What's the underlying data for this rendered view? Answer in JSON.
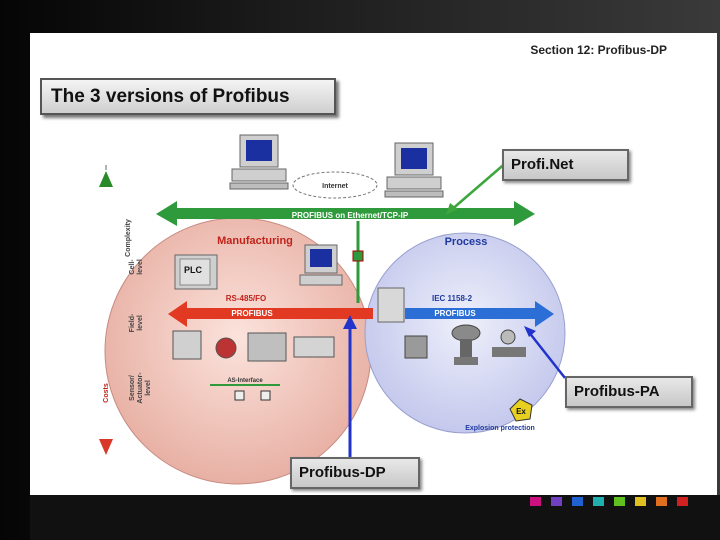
{
  "section_title": "Section 12: Profibus-DP",
  "slide_title": "The 3 versions of Profibus",
  "callouts": {
    "profinet": "Profi.Net",
    "profibus_pa": "Profibus-PA",
    "profibus_dp": "Profibus-DP"
  },
  "diagram": {
    "internet": "Internet",
    "ethernet_bus": "PROFIBUS on Ethernet/TCP-IP",
    "manufacturing": "Manufacturing",
    "process": "Process",
    "plc": "PLC",
    "rs485": "RS-485/FO",
    "profibus": "PROFIBUS",
    "iec": "IEC 1158-2",
    "as_interface": "AS-Interface",
    "explosion_symbol": "Ex",
    "explosion": "Explosion protection",
    "complexity": "Complexity",
    "costs": "Costs",
    "levels": {
      "cell": [
        "Cell-",
        "level"
      ],
      "field": [
        "Field-",
        "level"
      ],
      "sensor": [
        "Sensor/",
        "Actuator-",
        "level"
      ]
    }
  },
  "colors": {
    "ethernet_green": "#2f9a3c",
    "profibus_red": "#e23a22",
    "pa_blue": "#2b6fd6",
    "arrow_blue": "#2233cc",
    "manufacturing_red": "#c0231a",
    "process_blue": "#1f3aa0"
  },
  "footer_squares": [
    "#cc1080",
    "#7040c0",
    "#2060d0",
    "#20b0b0",
    "#60c020",
    "#e0c020",
    "#e07020",
    "#d02020"
  ]
}
